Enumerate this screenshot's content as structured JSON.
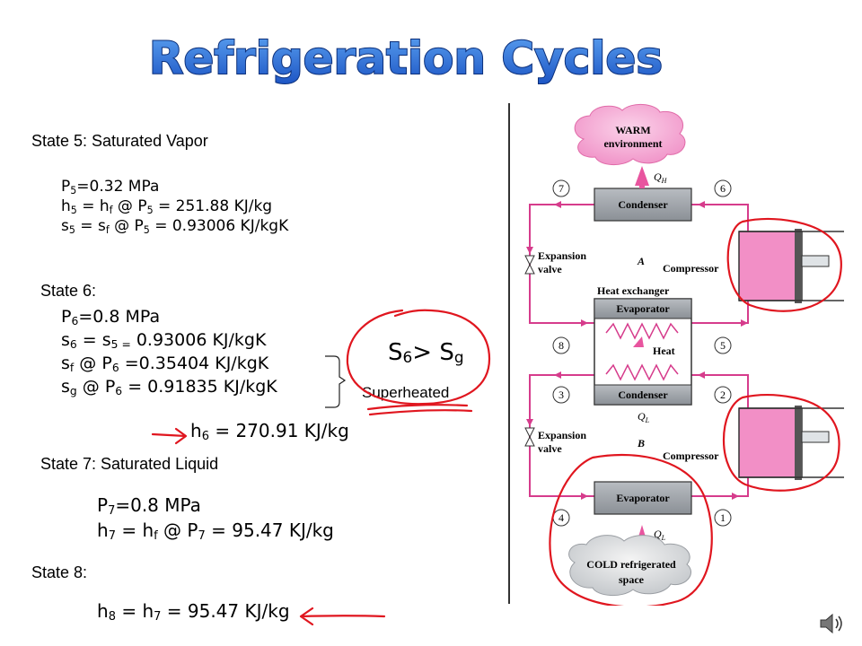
{
  "title": "Refrigeration Cycles",
  "states": {
    "s5": {
      "label": "State 5: Saturated Vapor",
      "eq1": {
        "lhs": "P",
        "sub": "5",
        "rhs": "=0.32 MPa"
      },
      "eq2": {
        "a": "h",
        "a_sub": "5",
        "b": " = h",
        "b_sub": "f",
        "c": " @  P",
        "c_sub": "5",
        "d": " = 251.88 KJ/kg"
      },
      "eq3": {
        "a": "s",
        "a_sub": "5",
        "b": " = s",
        "b_sub": "f",
        "c": " @  P",
        "c_sub": "5",
        "d": " = 0.93006 KJ/kgK"
      }
    },
    "s6": {
      "label": "State 6:",
      "eq1": {
        "lhs": "P",
        "sub": "6",
        "rhs": "=0.8 MPa"
      },
      "eq2": {
        "a": "s",
        "a_sub": "6",
        "b": " = s",
        "b_sub": "5 =",
        "d": "  0.93006 KJ/kgK"
      },
      "eq3": {
        "a": "s",
        "a_sub": "f",
        "b": " @ P",
        "b_sub": "6",
        "d": " =0.35404 KJ/kgK"
      },
      "eq4": {
        "a": "s",
        "a_sub": "g",
        "b": " @ P",
        "b_sub": "6",
        "d": " = 0.91835 KJ/kgK"
      },
      "eq5": {
        "a": "h",
        "a_sub": "6",
        "d": " = 270.91 KJ/kg"
      }
    },
    "s7": {
      "label": "State 7: Saturated Liquid",
      "eq1": {
        "lhs": "P",
        "sub": "7",
        "rhs": "=0.8 MPa"
      },
      "eq2": {
        "a": "h",
        "a_sub": "7",
        "b": " = h",
        "b_sub": "f",
        "c": " @  P",
        "c_sub": "7",
        "d": " = 95.47 KJ/kg"
      }
    },
    "s8": {
      "label": "State 8:",
      "eq1": {
        "a": "h",
        "a_sub": "8",
        "b": " = h",
        "b_sub": "7",
        "d": " = 95.47 KJ/kg"
      }
    }
  },
  "comparison": {
    "left": "S",
    "left_sub": "6",
    "op": "> ",
    "right": "S",
    "right_sub": "g"
  },
  "superheated_label": "Superheated",
  "diagram": {
    "warm_line1": "WARM",
    "warm_line2": "environment",
    "qh": "Q",
    "qh_sub": "H",
    "condenser_top": "Condenser",
    "expansion_valve_line1": "Expansion",
    "expansion_valve_line2": "valve",
    "cycle_a": "A",
    "compressor_top": "Compressor",
    "heat_exchanger": "Heat exchanger",
    "evaporator_mid": "Evaporator",
    "heat": "Heat",
    "condenser_mid": "Condenser",
    "ql_mid": "Q",
    "ql_mid_sub": "L",
    "expansion_valve2_line1": "Expansion",
    "expansion_valve2_line2": "valve",
    "cycle_b": "B",
    "compressor_bottom": "Compressor",
    "evaporator_bottom": "Evaporator",
    "ql_bot": "Q",
    "ql_bot_sub": "L",
    "cold_line1": "COLD refrigerated",
    "cold_line2": "space",
    "state_numbers": [
      "7",
      "6",
      "8",
      "5",
      "3",
      "2",
      "4",
      "1"
    ]
  },
  "colors": {
    "title_fill": "#2f6fd6",
    "pink": "#f28fc6",
    "pipe": "#d63c8c",
    "annotation": "#e0161f",
    "box": "#9aa0a6"
  }
}
